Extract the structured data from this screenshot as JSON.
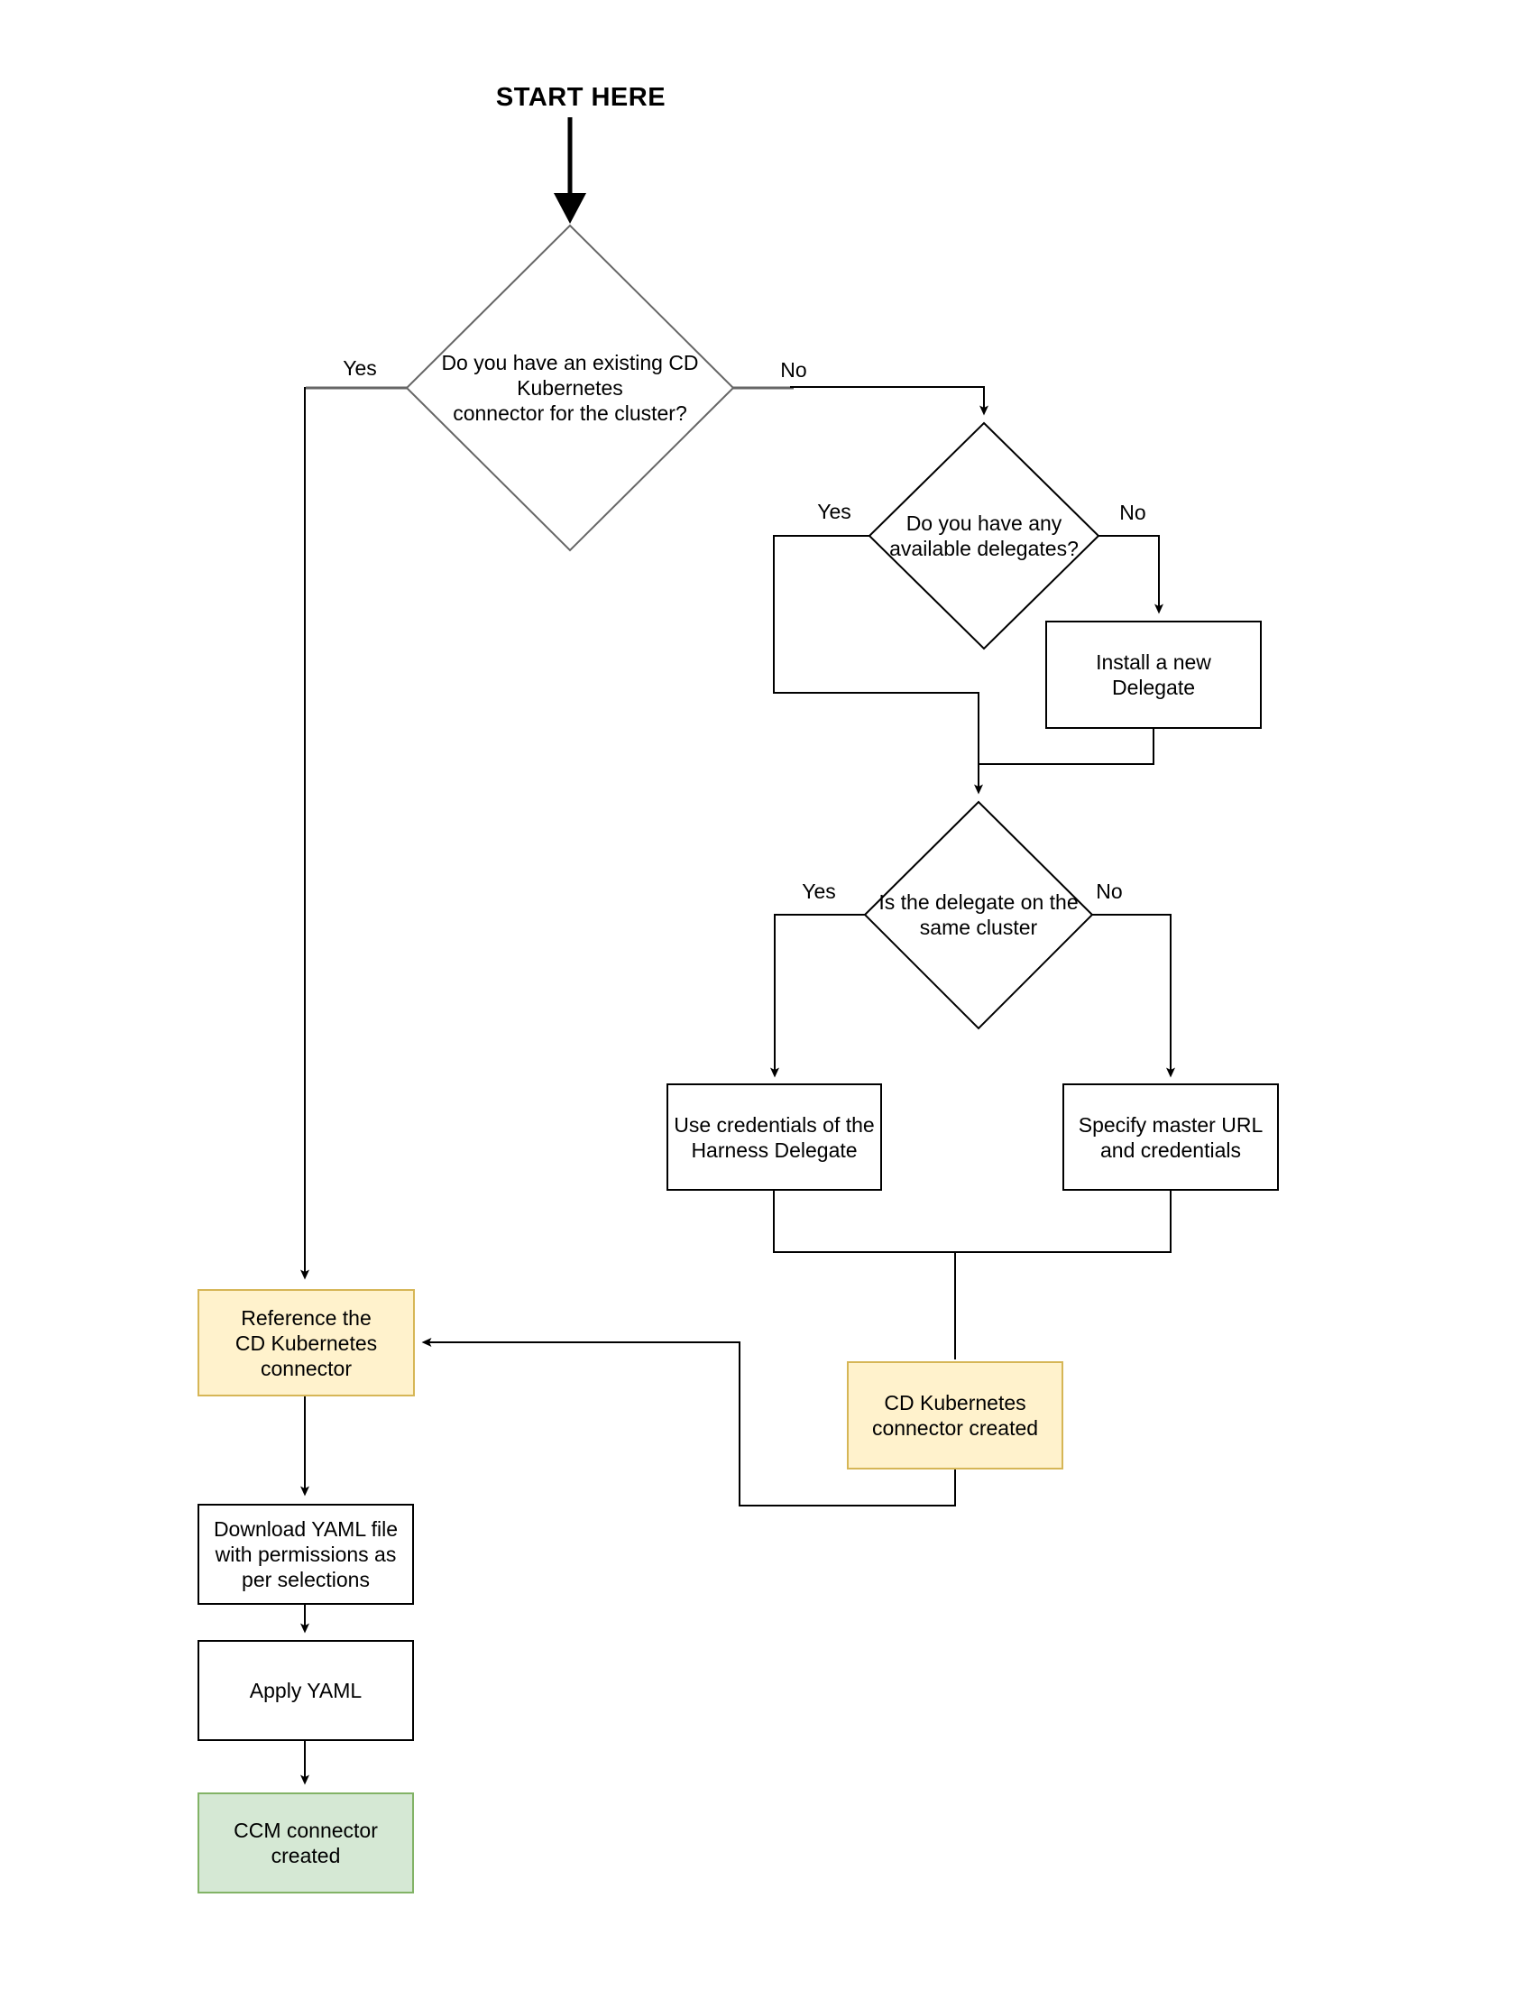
{
  "title": "START HERE",
  "decisions": {
    "existing_connector": {
      "label": "Do you have an existing CD\nKubernetes\nconnector for the cluster?"
    },
    "available_delegates": {
      "label": "Do you have any\navailable delegates?"
    },
    "delegate_same_cluster": {
      "label": "Is the delegate on the\nsame cluster"
    }
  },
  "processes": {
    "install_delegate": {
      "label": "Install a new\nDelegate"
    },
    "use_credentials": {
      "label": "Use credentials of the\nHarness Delegate"
    },
    "specify_master_url": {
      "label": "Specify master URL\nand credentials"
    },
    "cd_connector_created": {
      "label": "CD Kubernetes\nconnector created"
    },
    "reference_connector": {
      "label": "Reference the\nCD Kubernetes\nconnector"
    },
    "download_yaml": {
      "label": "Download YAML file\nwith permissions as\nper selections"
    },
    "apply_yaml": {
      "label": "Apply YAML"
    },
    "ccm_connector_created": {
      "label": "CCM connector\ncreated"
    }
  },
  "edge_labels": {
    "existing_yes": "Yes",
    "existing_no": "No",
    "delegates_yes": "Yes",
    "delegates_no": "No",
    "same_cluster_yes": "Yes",
    "same_cluster_no": "No"
  },
  "colors": {
    "highlight_fill": "#fff2cc",
    "highlight_border": "#d6b656",
    "success_fill": "#d5e8d4",
    "success_border": "#82b366",
    "connector_line": "#000000",
    "decision1_stroke": "#666666",
    "node_border": "#000000",
    "background": "#ffffff"
  }
}
